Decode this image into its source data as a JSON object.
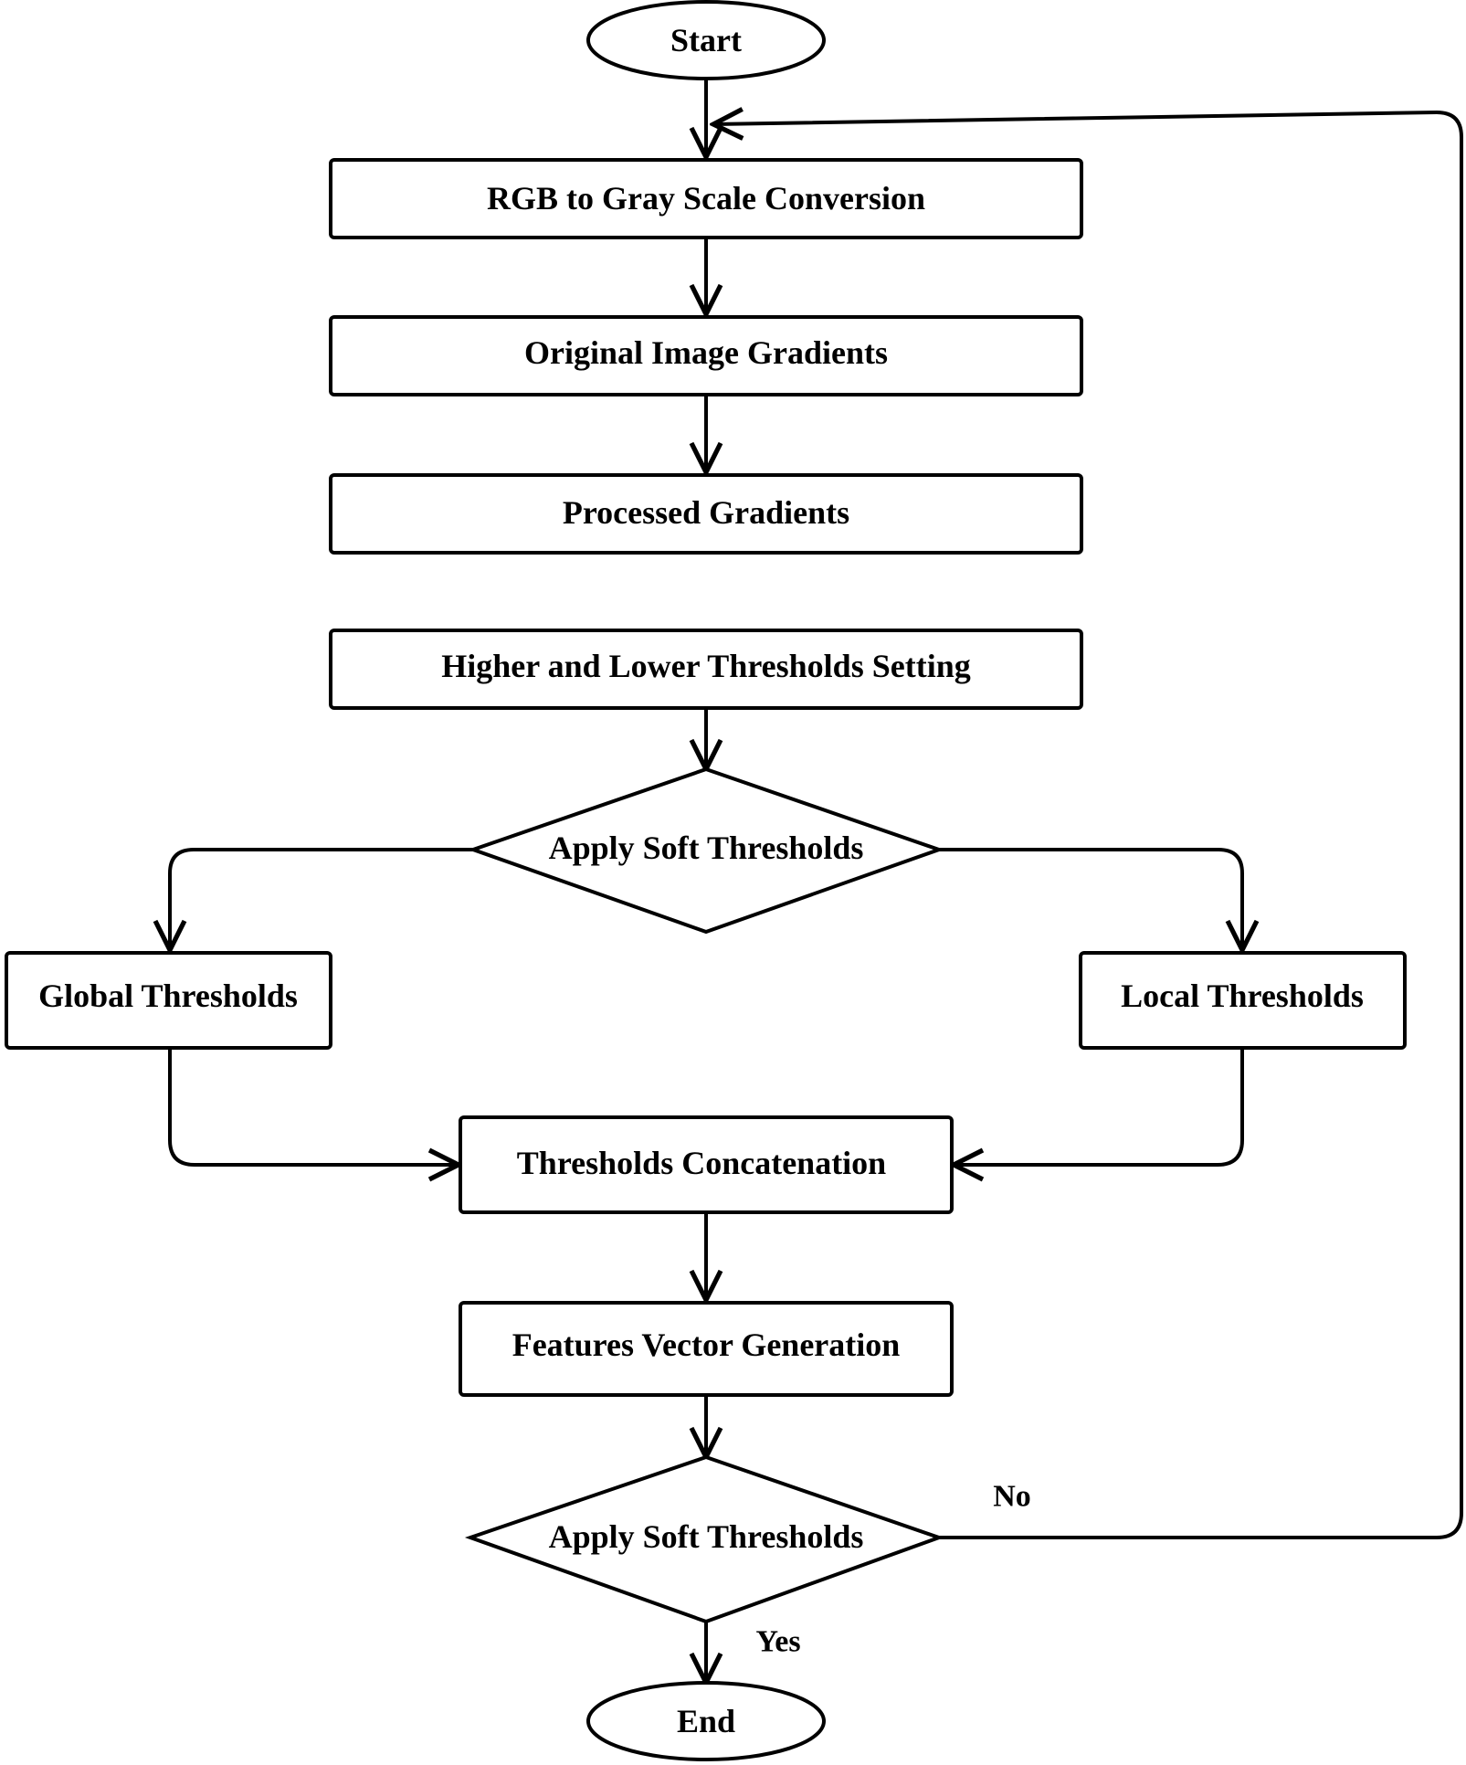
{
  "diagram": {
    "type": "flowchart",
    "nodes": {
      "start": {
        "label": "Start",
        "shape": "ellipse"
      },
      "rgb_to_gray": {
        "label": "RGB to Gray Scale Conversion",
        "shape": "rectangle"
      },
      "original_gradients": {
        "label": "Original Image Gradients",
        "shape": "rectangle"
      },
      "processed_gradients": {
        "label": "Processed Gradients",
        "shape": "rectangle"
      },
      "thresholds_setting": {
        "label": "Higher and Lower Thresholds Setting",
        "shape": "rectangle"
      },
      "apply_soft_1": {
        "label": "Apply Soft Thresholds",
        "shape": "diamond"
      },
      "global_thresholds": {
        "label": "Global Thresholds",
        "shape": "rectangle"
      },
      "local_thresholds": {
        "label": "Local Thresholds",
        "shape": "rectangle"
      },
      "concatenation": {
        "label": "Thresholds Concatenation",
        "shape": "rectangle"
      },
      "feature_vector": {
        "label": "Features Vector Generation",
        "shape": "rectangle"
      },
      "apply_soft_2": {
        "label": "Apply Soft Thresholds",
        "shape": "diamond"
      },
      "end": {
        "label": "End",
        "shape": "ellipse"
      }
    },
    "edges": [
      {
        "from": "start",
        "to": "rgb_to_gray"
      },
      {
        "from": "rgb_to_gray",
        "to": "original_gradients"
      },
      {
        "from": "original_gradients",
        "to": "processed_gradients"
      },
      {
        "from": "thresholds_setting",
        "to": "apply_soft_1"
      },
      {
        "from": "apply_soft_1",
        "to": "global_thresholds"
      },
      {
        "from": "apply_soft_1",
        "to": "local_thresholds"
      },
      {
        "from": "global_thresholds",
        "to": "concatenation"
      },
      {
        "from": "local_thresholds",
        "to": "concatenation"
      },
      {
        "from": "concatenation",
        "to": "feature_vector"
      },
      {
        "from": "feature_vector",
        "to": "apply_soft_2"
      },
      {
        "from": "apply_soft_2",
        "to": "end",
        "label": "Yes"
      },
      {
        "from": "apply_soft_2",
        "to": "rgb_to_gray",
        "label": "No"
      }
    ],
    "edge_labels": {
      "no": "No",
      "yes": "Yes"
    },
    "colors": {
      "stroke": "#000000",
      "fill": "#ffffff",
      "text": "#000000",
      "background": "#ffffff"
    }
  }
}
